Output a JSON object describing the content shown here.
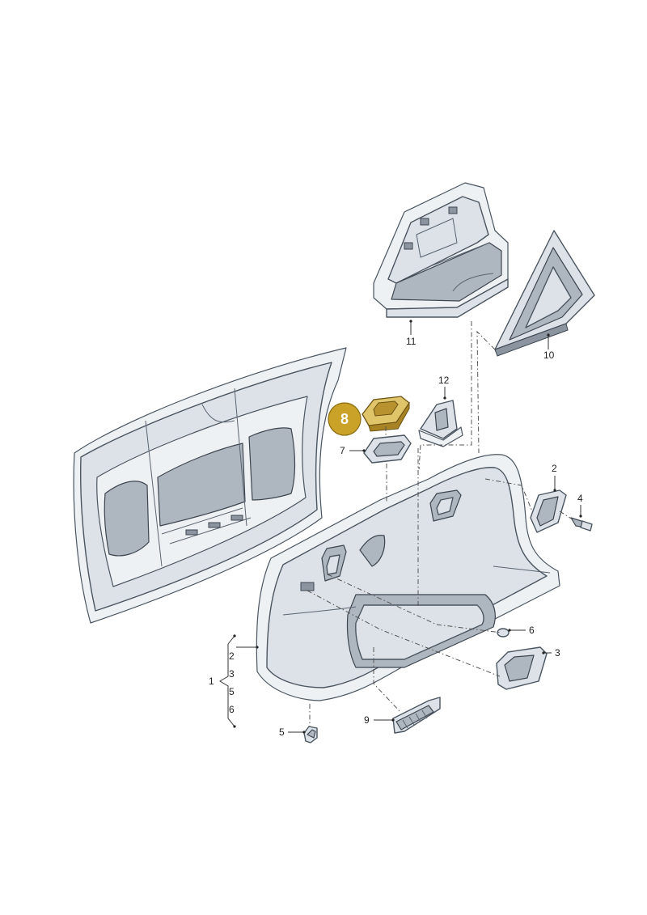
{
  "callouts": {
    "c1": "1",
    "c2a": "2",
    "c2b": "2",
    "c3a": "3",
    "c3b": "3",
    "c4": "4",
    "c5a": "5",
    "c5b": "5",
    "c6a": "6",
    "c6b": "6",
    "c7": "7",
    "c9": "9",
    "c10": "10",
    "c11": "11",
    "c12": "12"
  },
  "highlight": {
    "label": "8",
    "color": "#c9a227",
    "part_color": "#e0c46a"
  },
  "colors": {
    "part": "#dde2e8",
    "outline": "#4a5560"
  }
}
